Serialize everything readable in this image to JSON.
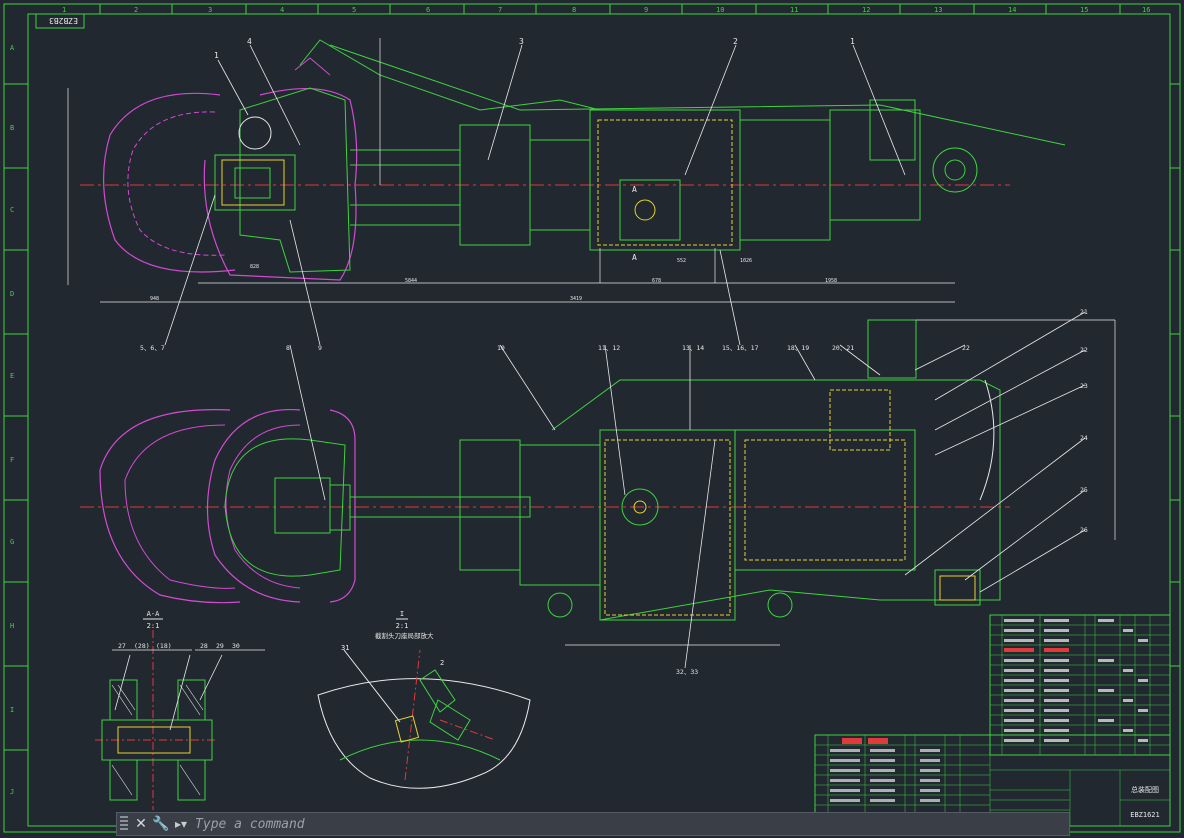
{
  "drawing": {
    "title_code": "EZB2B3",
    "model_code": "EBZ1621",
    "name_block": "总装配图",
    "section_label": "A-A",
    "section_scale": "2:1",
    "detail_label": "I",
    "detail_scale": "2:1",
    "detail_note": "截割头刀座局部放大",
    "view_arrow": "A",
    "col_numbers": [
      "1",
      "2",
      "3",
      "4",
      "5",
      "6",
      "7",
      "8",
      "9",
      "10",
      "11",
      "12",
      "13",
      "14",
      "15",
      "16"
    ],
    "row_letters": [
      "A",
      "B",
      "C",
      "D",
      "E",
      "F",
      "G",
      "H",
      "I",
      "J"
    ],
    "part_callouts_top": [
      "1",
      "4",
      "3",
      "2",
      "1"
    ],
    "part_callouts_mid": [
      "5、6、7",
      "8",
      "9",
      "10",
      "11、12",
      "13、14",
      "15、16、17",
      "18、19",
      "20、21",
      "22",
      "21",
      "22",
      "23",
      "24",
      "25",
      "26",
      "32、33"
    ],
    "section_callouts": [
      "27",
      "(28)",
      "(18)",
      "28",
      "29",
      "30"
    ],
    "detail_callouts": [
      "31",
      "2"
    ],
    "dims_top": [
      "5844",
      "3419",
      "948",
      "1958",
      "678",
      "1026",
      "552",
      "828"
    ]
  },
  "command_line": {
    "placeholder": "Type a command",
    "close_icon": "close-icon",
    "settings_icon": "wrench-icon",
    "prompt_icon": "command-prompt-icon"
  },
  "colors": {
    "background": "#212830",
    "frame": "#3fd23f",
    "magenta": "#d24bd2",
    "yellow": "#e8d22e",
    "centerline": "#e03a3a",
    "white": "#e8e8e8"
  }
}
